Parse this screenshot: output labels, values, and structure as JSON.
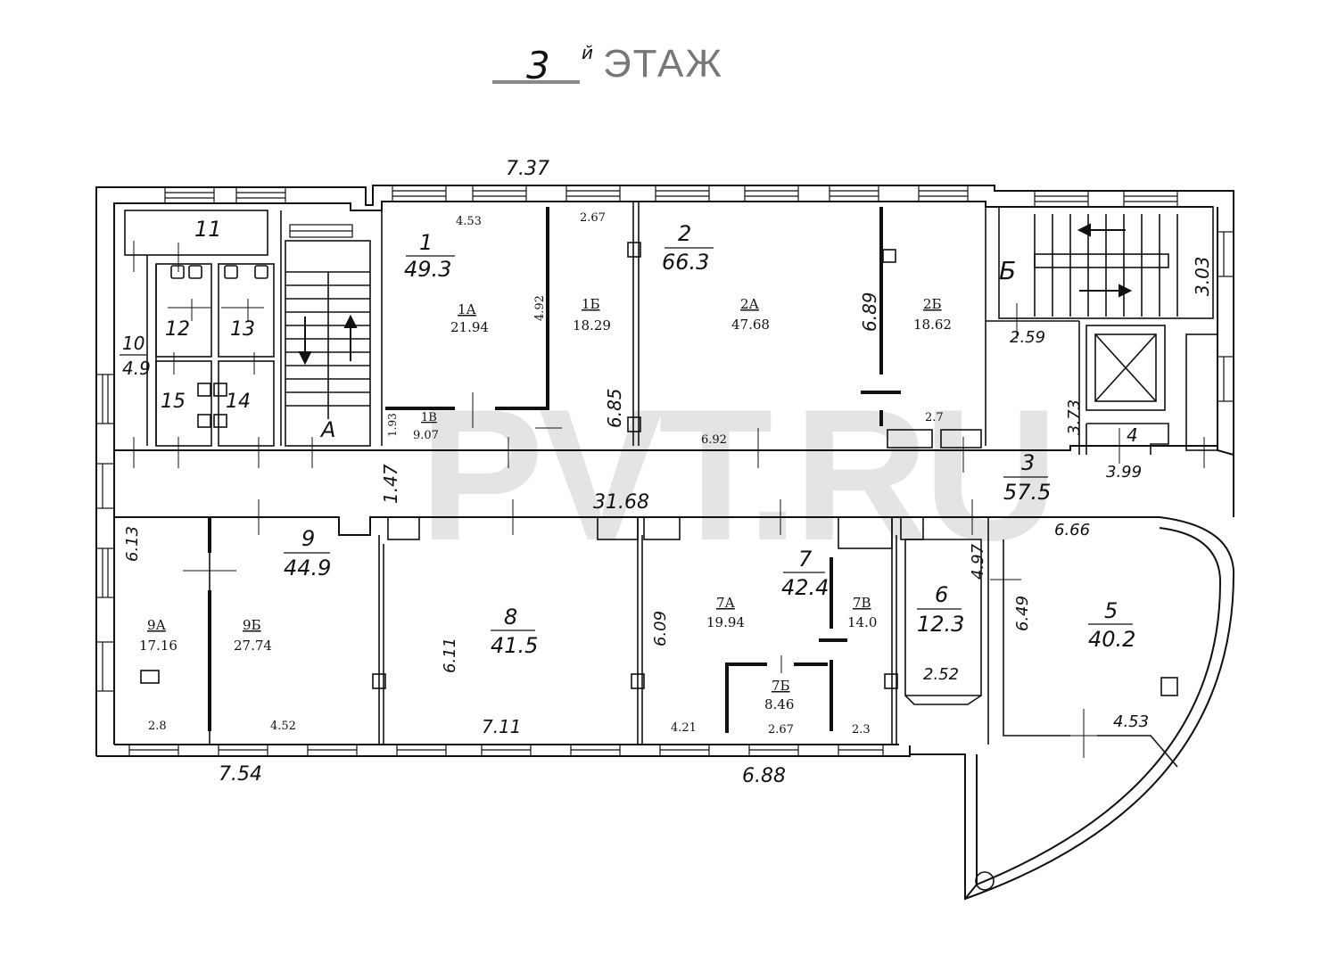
{
  "floor_title": {
    "number": "3",
    "suffix": "й",
    "label": "ЭТАЖ"
  },
  "watermark": "PVT.RU",
  "rooms": [
    {
      "id": "room-1",
      "num": "1",
      "area": "49.3"
    },
    {
      "id": "room-1a",
      "num": "1А",
      "area": "21.94"
    },
    {
      "id": "room-1b",
      "num": "1Б",
      "area": "18.29"
    },
    {
      "id": "room-1v",
      "num": "1В",
      "area": "9.07"
    },
    {
      "id": "room-2",
      "num": "2",
      "area": "66.3"
    },
    {
      "id": "room-2a",
      "num": "2А",
      "area": "47.68"
    },
    {
      "id": "room-2b",
      "num": "2Б",
      "area": "18.62"
    },
    {
      "id": "room-3",
      "num": "3",
      "area": "57.5"
    },
    {
      "id": "room-5",
      "num": "5",
      "area": "40.2"
    },
    {
      "id": "room-6",
      "num": "6",
      "area": "12.3"
    },
    {
      "id": "room-7",
      "num": "7",
      "area": "42.4"
    },
    {
      "id": "room-7a",
      "num": "7А",
      "area": "19.94"
    },
    {
      "id": "room-7b",
      "num": "7Б",
      "area": "8.46"
    },
    {
      "id": "room-7v",
      "num": "7В",
      "area": "14.0"
    },
    {
      "id": "room-8",
      "num": "8",
      "area": "41.5"
    },
    {
      "id": "room-9",
      "num": "9",
      "area": "44.9"
    },
    {
      "id": "room-9a",
      "num": "9А",
      "area": "17.16"
    },
    {
      "id": "room-9b",
      "num": "9Б",
      "area": "27.74"
    },
    {
      "id": "room-10",
      "num": "10",
      "area": "4.9"
    }
  ],
  "room_numbers_only": [
    "11",
    "12",
    "13",
    "14",
    "15",
    "4"
  ],
  "stair_letters": [
    "А",
    "Б"
  ],
  "dimensions": {
    "top_overall": "7.37",
    "corridor_length": "31.68",
    "corridor_width": "1.47",
    "bottom_left": "7.54",
    "bottom_mid": "6.88",
    "r1_width": "4.53",
    "r1b_width": "2.67",
    "r1a_depth": "4.92",
    "r1_depth": "6.85",
    "r1v_depth": "1.93",
    "r2_depth": "6.89",
    "r2_width": "6.92",
    "r2b_width": "2.7",
    "stair_b_height": "3.03",
    "stair_b_width": "2.59",
    "r3_height": "3.73",
    "r4_width": "3.99",
    "r9_depth": "6.13",
    "r9a_width": "2.8",
    "r9b_width": "4.52",
    "r8_depth": "6.11",
    "r8_width": "7.11",
    "r7_depth": "6.09",
    "r7a_width": "4.21",
    "r7b_width": "2.67",
    "r7v_width": "2.3",
    "r6_width": "2.52",
    "r6_depth": "4.97",
    "r5_width": "6.66",
    "r5_depth": "6.49",
    "r5_width_bottom": "4.53"
  }
}
